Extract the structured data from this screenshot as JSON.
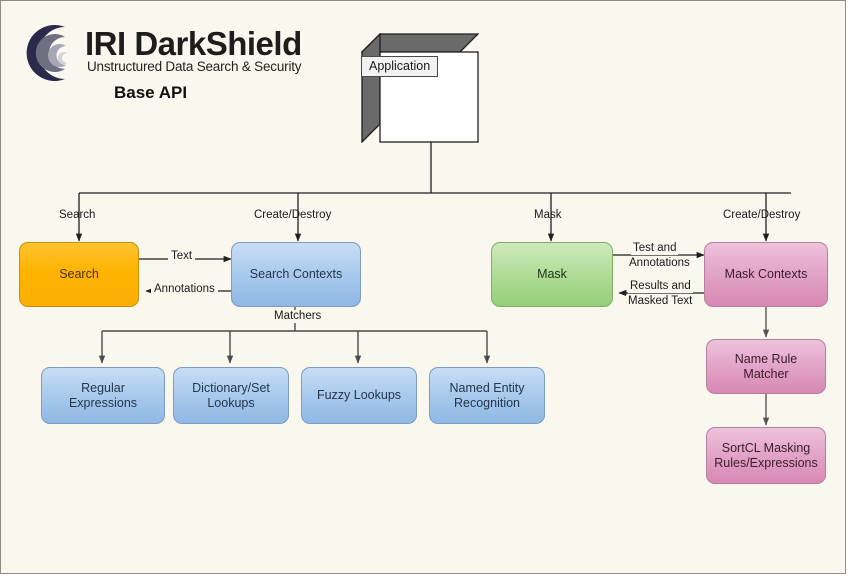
{
  "page": {
    "background_color": "#faf7ee",
    "border_color": "#8d8d86"
  },
  "branding": {
    "logo_icon": "iri-crescent-logo-icon",
    "title": "IRI DarkShield",
    "tagline": "Unstructured Data Search & Security",
    "subtitle": "Base API"
  },
  "diagram": {
    "root": {
      "label": "Application",
      "shape": "3d-box"
    },
    "nodes": [
      {
        "id": "search",
        "label": "Search",
        "color": "#ffb300"
      },
      {
        "id": "search-contexts",
        "label": "Search Contexts",
        "color": "#aecdee"
      },
      {
        "id": "mask",
        "label": "Mask",
        "color": "#b3dd9b"
      },
      {
        "id": "mask-contexts",
        "label": "Mask Contexts",
        "color": "#e3a6c9"
      },
      {
        "id": "regular-expressions",
        "label": "Regular Expressions",
        "color": "#aecdee"
      },
      {
        "id": "dictionary-set-lookups",
        "label": "Dictionary/Set Lookups",
        "color": "#aecdee"
      },
      {
        "id": "fuzzy-lookups",
        "label": "Fuzzy Lookups",
        "color": "#aecdee"
      },
      {
        "id": "named-entity-recognition",
        "label": "Named Entity Recognition",
        "color": "#aecdee"
      },
      {
        "id": "name-rule-matcher",
        "label": "Name Rule Matcher",
        "color": "#e3a6c9"
      },
      {
        "id": "sortcl-masking",
        "label": "SortCL Masking Rules/Expressions",
        "color": "#e3a6c9"
      }
    ],
    "edge_labels": {
      "app_to_search": "Search",
      "app_to_search_contexts": "Create/Destroy",
      "app_to_mask": "Mask",
      "app_to_mask_contexts": "Create/Destroy",
      "search_to_contexts": "Text",
      "contexts_to_search": "Annotations",
      "contexts_to_matchers": "Matchers",
      "mask_to_contexts_line1": "Test and",
      "mask_to_contexts_line2": "Annotations",
      "contexts_to_mask_line1": "Results and",
      "contexts_to_mask_line2": "Masked Text"
    }
  }
}
